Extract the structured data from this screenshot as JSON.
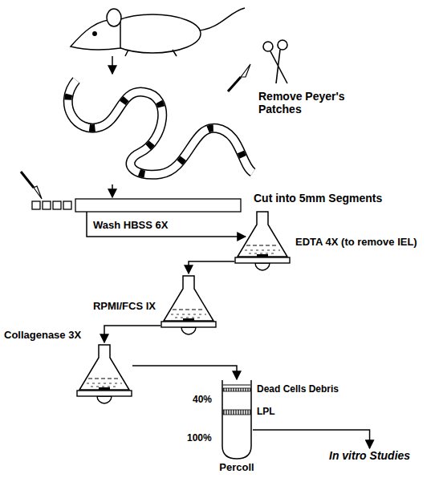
{
  "diagram": {
    "nodes": [
      {
        "text": [
          "EDTA 4X (to remove IEL)"
        ]
      },
      {
        "text": [
          "RPMI/FCS IX"
        ]
      },
      {
        "text": [
          "Collagenase 3X"
        ]
      },
      {
        "text": [
          "Percoll"
        ]
      },
      {
        "text": [
          "In vitro Studies"
        ]
      }
    ],
    "edges": [
      {
        "from": 0,
        "to": 1,
        "arrow": "to"
      },
      {
        "from": 1,
        "to": 2,
        "arrow": "to"
      },
      {
        "from": 2,
        "to": 3,
        "arrow": "to"
      },
      {
        "from": 3,
        "to": 4,
        "arrow": "to"
      }
    ],
    "labels": [
      "Remove Peyer's Patches",
      "Cut into 5mm Segments",
      "Wash HBSS 6X",
      "40%",
      "Dead Cells Debris",
      "LPL",
      "100%"
    ]
  }
}
